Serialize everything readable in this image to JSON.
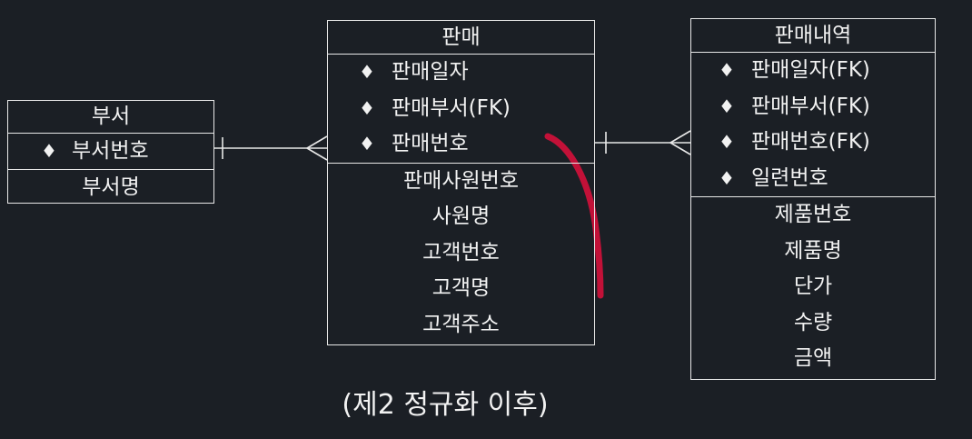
{
  "entities": [
    {
      "name": "부서",
      "keys": [
        "부서번호"
      ],
      "attributes": [
        "부서명"
      ]
    },
    {
      "name": "판매",
      "keys": [
        "판매일자",
        "판매부서(FK)",
        "판매번호"
      ],
      "attributes": [
        "판매사원번호",
        "사원명",
        "고객번호",
        "고객명",
        "고객주소"
      ]
    },
    {
      "name": "판매내역",
      "keys": [
        "판매일자(FK)",
        "판매부서(FK)",
        "판매번호(FK)",
        "일련번호"
      ],
      "attributes": [
        "제품번호",
        "제품명",
        "단가",
        "수량",
        "금액"
      ]
    }
  ],
  "key_marker": "♦",
  "caption": "(제2 정규화 이후)",
  "colors": {
    "background": "#1b1f25",
    "line": "#e8e8e8",
    "annotation": "#d0103a"
  }
}
